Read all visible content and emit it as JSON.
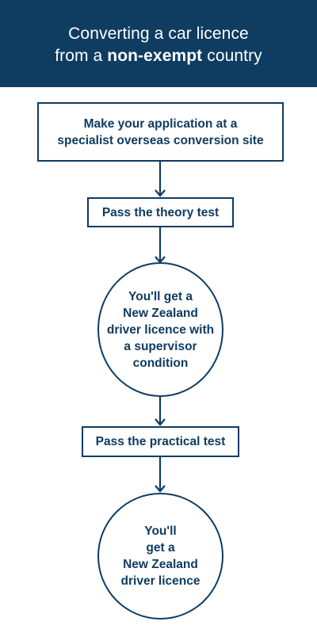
{
  "header": {
    "line1": "Converting a car licence",
    "line2_pre": "from a ",
    "line2_bold": "non-exempt",
    "line2_post": " country"
  },
  "steps": {
    "step1_line1": "Make your application at a",
    "step1_line2": "specialist overseas conversion site",
    "step2": "Pass the theory test",
    "step3_line1": "You'll get a",
    "step3_line2": "New Zealand",
    "step3_line3": "driver licence with",
    "step3_line4": "a supervisor",
    "step3_line5": "condition",
    "step4": "Pass the practical test",
    "step5_line1": "You'll",
    "step5_line2": "get a",
    "step5_line3": "New Zealand",
    "step5_line4": "driver licence"
  },
  "colors": {
    "primary": "#0f3c61",
    "background": "#ffffff"
  }
}
